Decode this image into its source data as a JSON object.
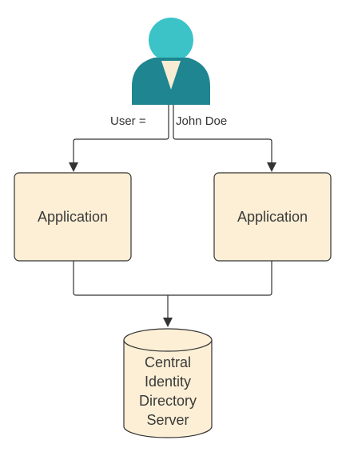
{
  "user": {
    "icon": "user-icon",
    "label_left": "User =",
    "label_right": "John Doe"
  },
  "applications": [
    {
      "label": "Application"
    },
    {
      "label": "Application"
    }
  ],
  "directory": {
    "icon": "database-cylinder",
    "lines": [
      "Central",
      "Identity",
      "Directory",
      "Server"
    ]
  },
  "colors": {
    "user_head": "#3cc3c8",
    "user_body": "#1f8590",
    "user_collar": "#f9ecd4",
    "box_fill": "#fcefd5",
    "box_stroke": "#333333",
    "connector": "#333333"
  }
}
